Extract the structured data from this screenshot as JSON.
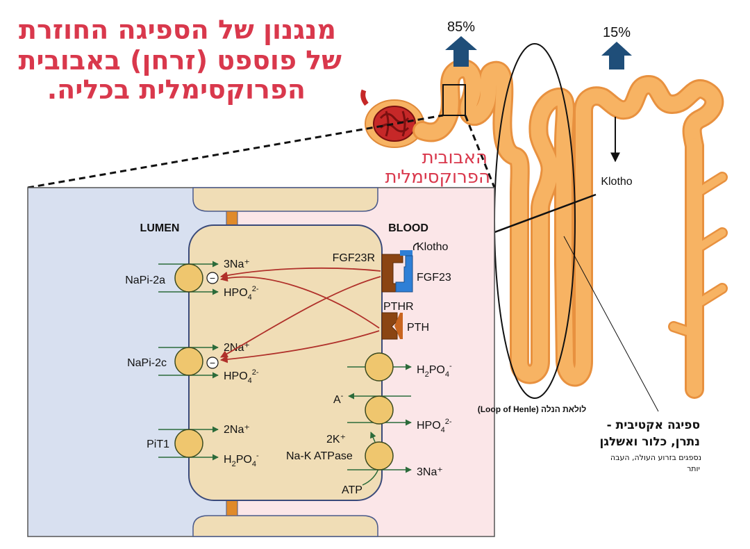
{
  "title": {
    "line1": "מנגנון של הספיגה החוזרת",
    "line2": "של פוספט (זרחן)  באבובית",
    "line3": "הפרוקסימלית בכליה."
  },
  "nephron": {
    "proximal_label_1": "האבובית",
    "proximal_label_2": "הפרוקסימלית",
    "arrow_left_percent": "85%",
    "arrow_right_percent": "15%",
    "klotho": "Klotho",
    "loop_label": "לולאת הנלה (Loop of Henle)",
    "active_line1": "ספיגה אקטיבית -",
    "active_line2": "נתרן, כלור ואשלגן",
    "active_line3": "נספגים בזרוע העולה, העבה",
    "active_line4": "יותר"
  },
  "cell": {
    "lumen": "LUMEN",
    "blood": "BLOOD",
    "transporters": [
      {
        "name": "NaPi-2a",
        "top": "3Na⁺",
        "bottom_main": "HPO",
        "bottom_sub": "4",
        "bottom_sup": "2-"
      },
      {
        "name": "NaPi-2c",
        "top": "2Na⁺",
        "bottom_main": "HPO",
        "bottom_sub": "4",
        "bottom_sup": "2-"
      },
      {
        "name": "PiT1",
        "top": "2Na⁺",
        "bottom_main": "H",
        "bottom_sub": "2",
        "bottom_mid": "PO",
        "bottom_sub2": "4",
        "bottom_sup": "-"
      }
    ],
    "receptors": {
      "klotho": "Klotho",
      "fgf23r": "FGF23R",
      "fgf23": "FGF23",
      "pthr": "PTHR",
      "pth": "PTH"
    },
    "basolateral": {
      "h2po4_main": "H",
      "h2po4_sub": "2",
      "h2po4_mid": "PO",
      "h2po4_sub2": "4",
      "h2po4_sup": "-",
      "anion_main": "A",
      "anion_sup": "-",
      "hpo4_main": "HPO",
      "hpo4_sub": "4",
      "hpo4_sup": "2-",
      "k": "2K⁺",
      "nak": "Na-K ATPase",
      "atp": "ATP",
      "na": "3Na⁺"
    },
    "inhibit_symbol": "−"
  },
  "colors": {
    "title_red": "#d9384c",
    "lumen_blue": "#d8e0f0",
    "blood_pink": "#fbe6e8",
    "cell_fill": "#f0ddb6",
    "tubule_orange": "#f7b363",
    "transporter": "#efc66e",
    "dark_red": "#b0302a",
    "arrow_blue": "#1f4e79",
    "receptor_brown": "#8b4513",
    "receptor_blue": "#2f7fd6",
    "pth_orange": "#c9651f"
  }
}
